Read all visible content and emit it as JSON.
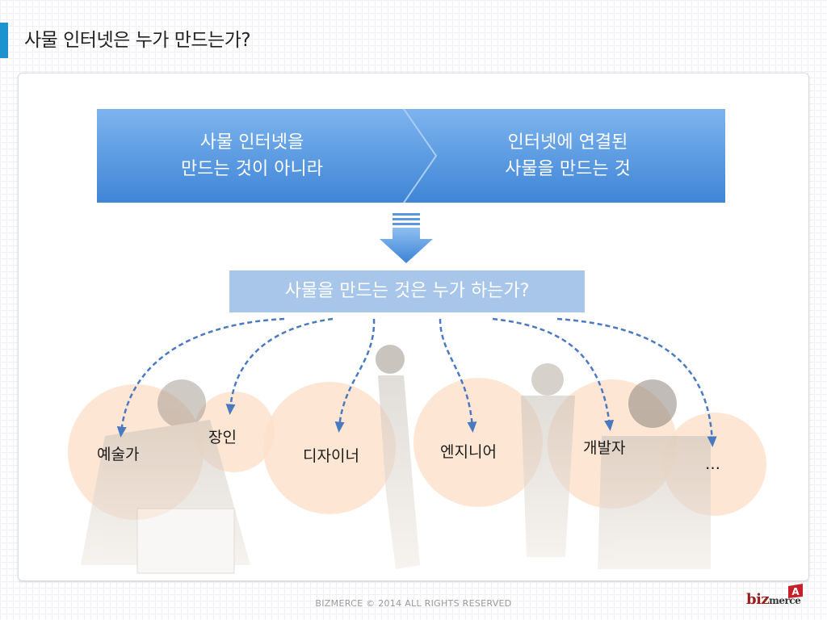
{
  "page": {
    "title": "사물 인터넷은 누가 만드는가?"
  },
  "chevrons": {
    "left_line1": "사물 인터넷을",
    "left_line2": "만드는 것이 아니라",
    "right_line1": "인터넷에 연결된",
    "right_line2": "사물을 만드는 것"
  },
  "question": "사물을 만드는 것은 누가 하는가?",
  "people": [
    {
      "label": "예술가"
    },
    {
      "label": "장인"
    },
    {
      "label": "디자이너"
    },
    {
      "label": "엔지니어"
    },
    {
      "label": "개발자"
    },
    {
      "label": "…"
    }
  ],
  "footer": {
    "copyright": "BIZMERCE © 2014 ALL RIGHTS RESERVED"
  },
  "logo": {
    "text_main": "biz",
    "text_sub": "merce",
    "badge": "A"
  },
  "colors": {
    "accent": "#1c93cf",
    "chevron": "#4b8fdd",
    "question_box": "#a7c6ea",
    "circle": "#fde2cc",
    "arrow": "#4a79c2"
  }
}
